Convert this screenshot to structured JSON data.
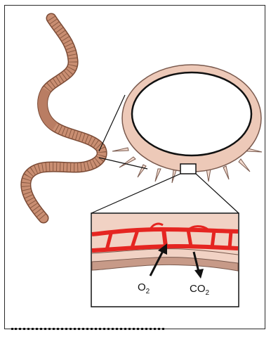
{
  "labels": {
    "oxygen": {
      "base": "O",
      "sub": "2"
    },
    "carbon_dioxide": {
      "base": "CO",
      "sub": "2"
    }
  },
  "colors": {
    "worm_fill": "#c98e72",
    "worm_stroke": "#7a4a35",
    "body_wall": "#edc9b8",
    "body_wall_stroke": "#7a5a4e",
    "blood_vessel": "#e52521",
    "skin_layer_dark": "#c79a88",
    "line": "#111111"
  },
  "answer_line": {
    "style": "dotted",
    "text": ""
  }
}
